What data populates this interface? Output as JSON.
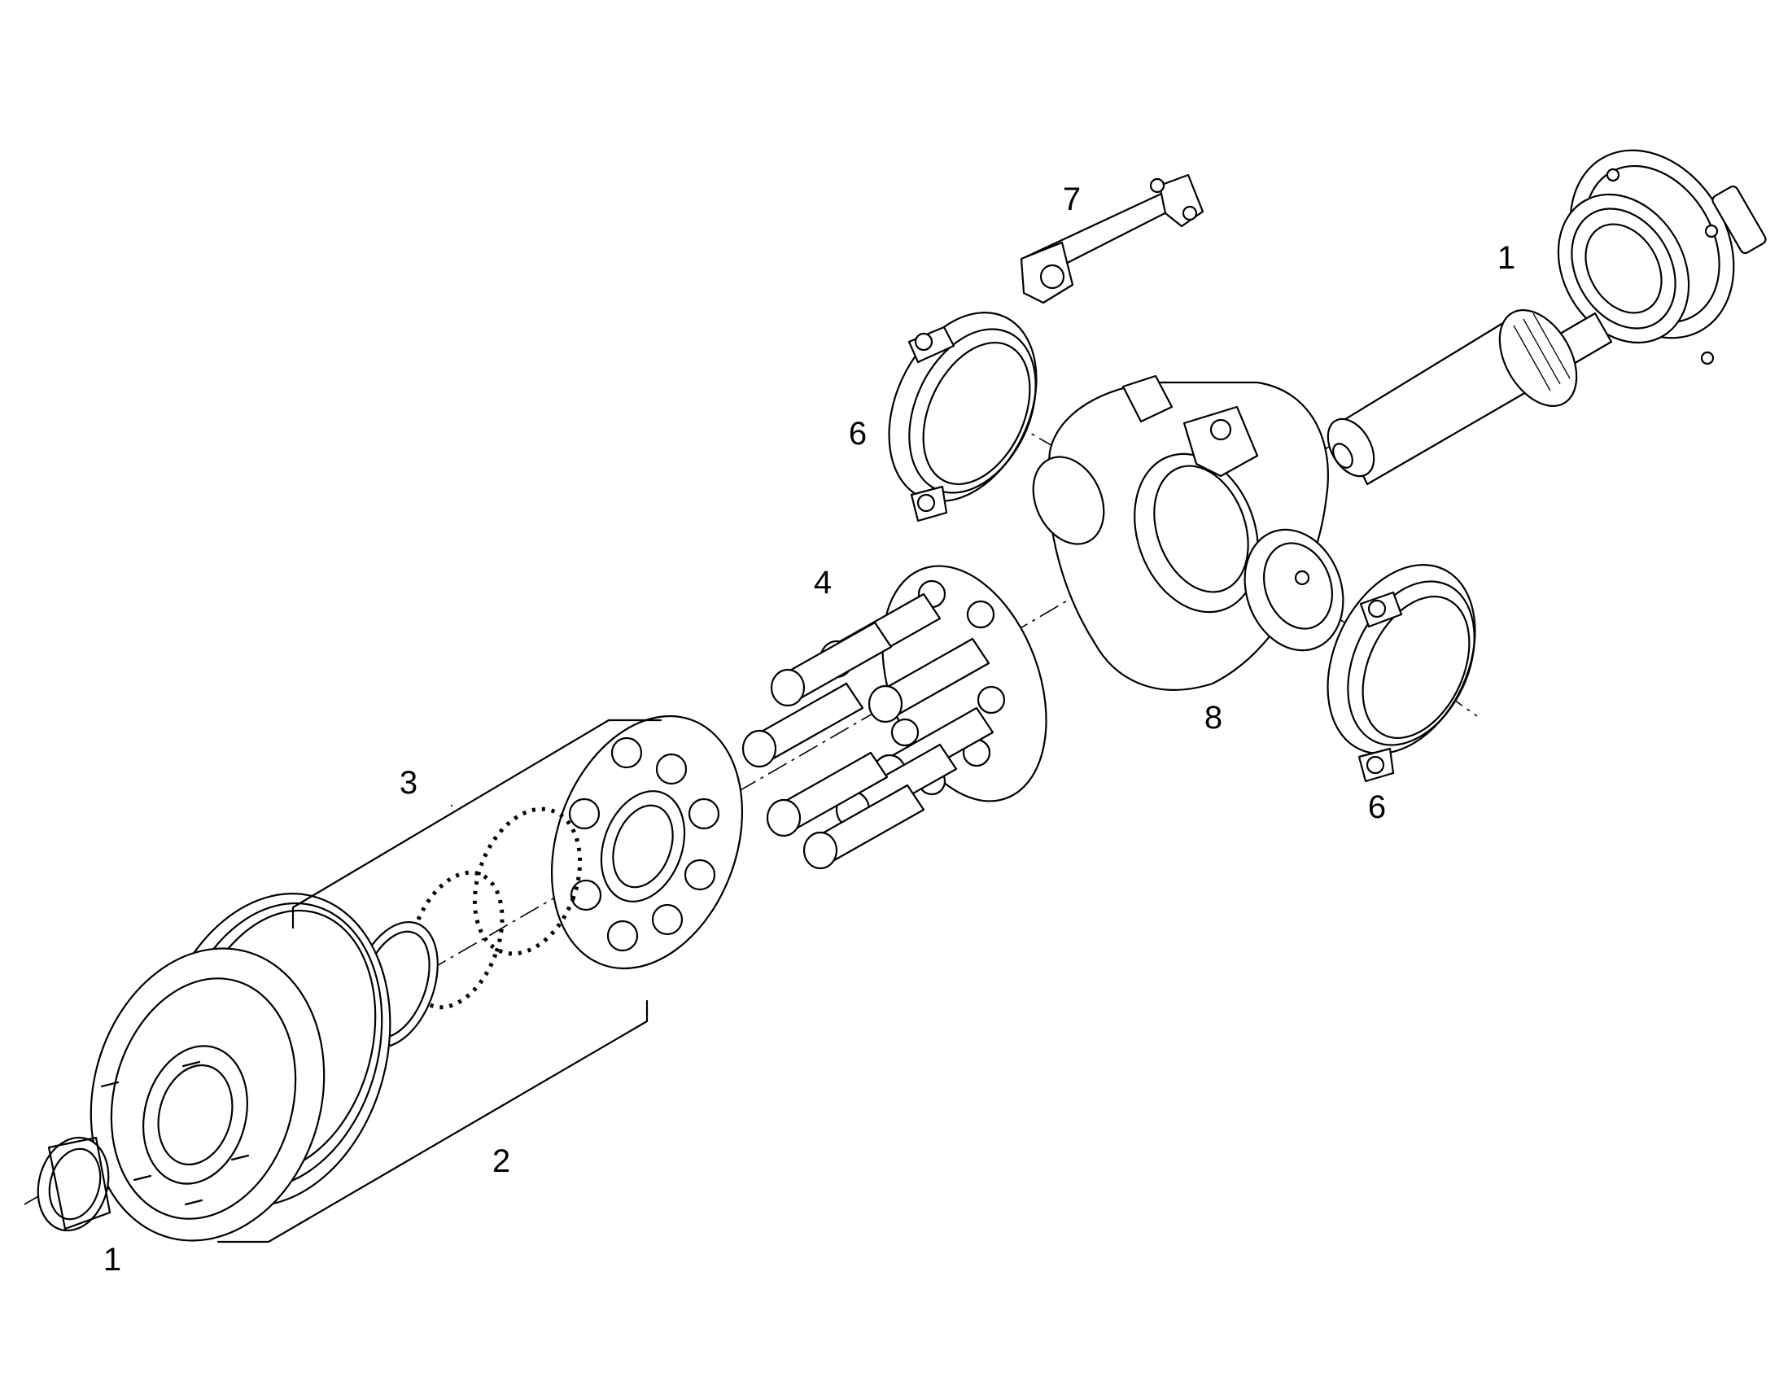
{
  "callouts": {
    "c1_top": "1",
    "c1_bottom": "1",
    "c2": "2",
    "c3": "3",
    "c4": "4",
    "c6_top": "6",
    "c6_bottom": "6",
    "c7": "7",
    "c8": "8"
  },
  "colors": {
    "line": "#000000",
    "background": "#ffffff"
  }
}
